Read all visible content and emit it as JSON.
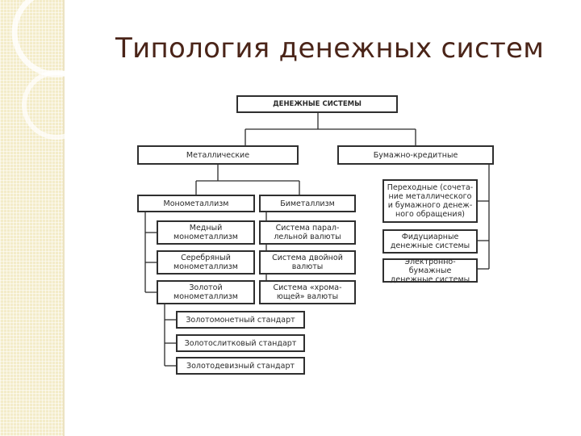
{
  "slide": {
    "title": "Типология денежных систем"
  },
  "diagram": {
    "root": "ДЕНЕЖНЫЕ СИСТЕМЫ",
    "metallic": {
      "label": "Металлические",
      "monometallism": {
        "label": "Монометаллизм",
        "items": [
          "Медный\nмонометаллизм",
          "Серебряный\nмонометаллизм",
          "Золотой\nмонометаллизм"
        ],
        "gold_standards": [
          "Золотомонетный стандарт",
          "Золотослитковый стандарт",
          "Золотодевизный стандарт"
        ]
      },
      "bimetallism": {
        "label": "Биметаллизм",
        "items": [
          "Система парал-\nлельной валюты",
          "Система двойной\nвалюты",
          "Система «хрома-\nющей» валюты"
        ]
      }
    },
    "paper_credit": {
      "label": "Бумажно-кредитные",
      "items": [
        "Переходные (сочета-\nние металлического\nи бумажного денеж-\nного обращения)",
        "Фидуциарные\nденежные системы",
        "Электронно-бумажные\nденежные системы"
      ]
    }
  }
}
